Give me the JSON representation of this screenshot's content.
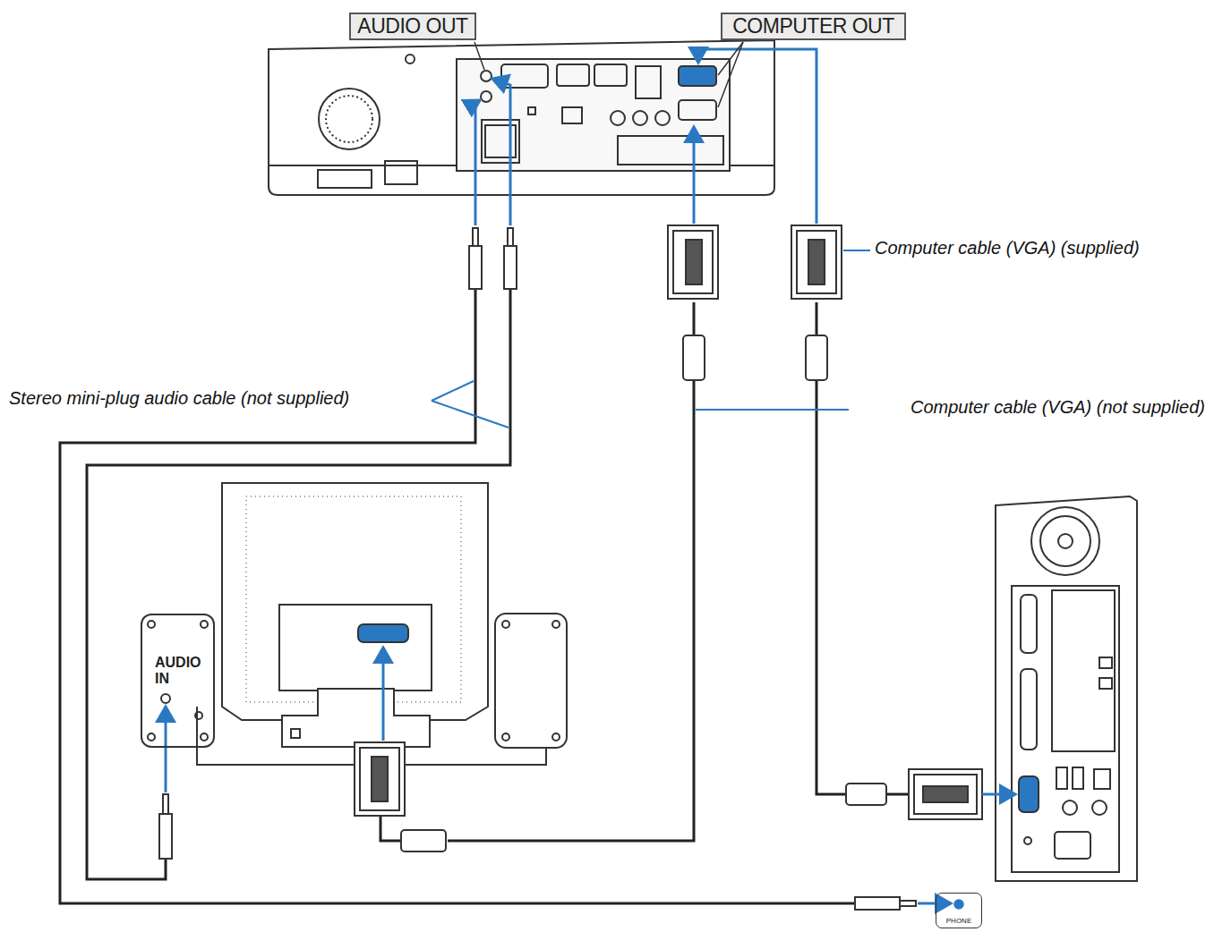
{
  "diagram": {
    "nodes": [
      {
        "text": [
          "AUDIO OUT"
        ]
      },
      {
        "text": [
          "COMPUTER OUT"
        ]
      },
      {
        "text": [
          "AUDIO IN"
        ]
      },
      {
        "text": [
          "PHONE"
        ]
      }
    ],
    "labels": [
      "Computer cable (VGA) (supplied)",
      "Stereo mini-plug audio cable (not supplied)",
      "Computer cable (VGA) (not supplied)"
    ]
  }
}
